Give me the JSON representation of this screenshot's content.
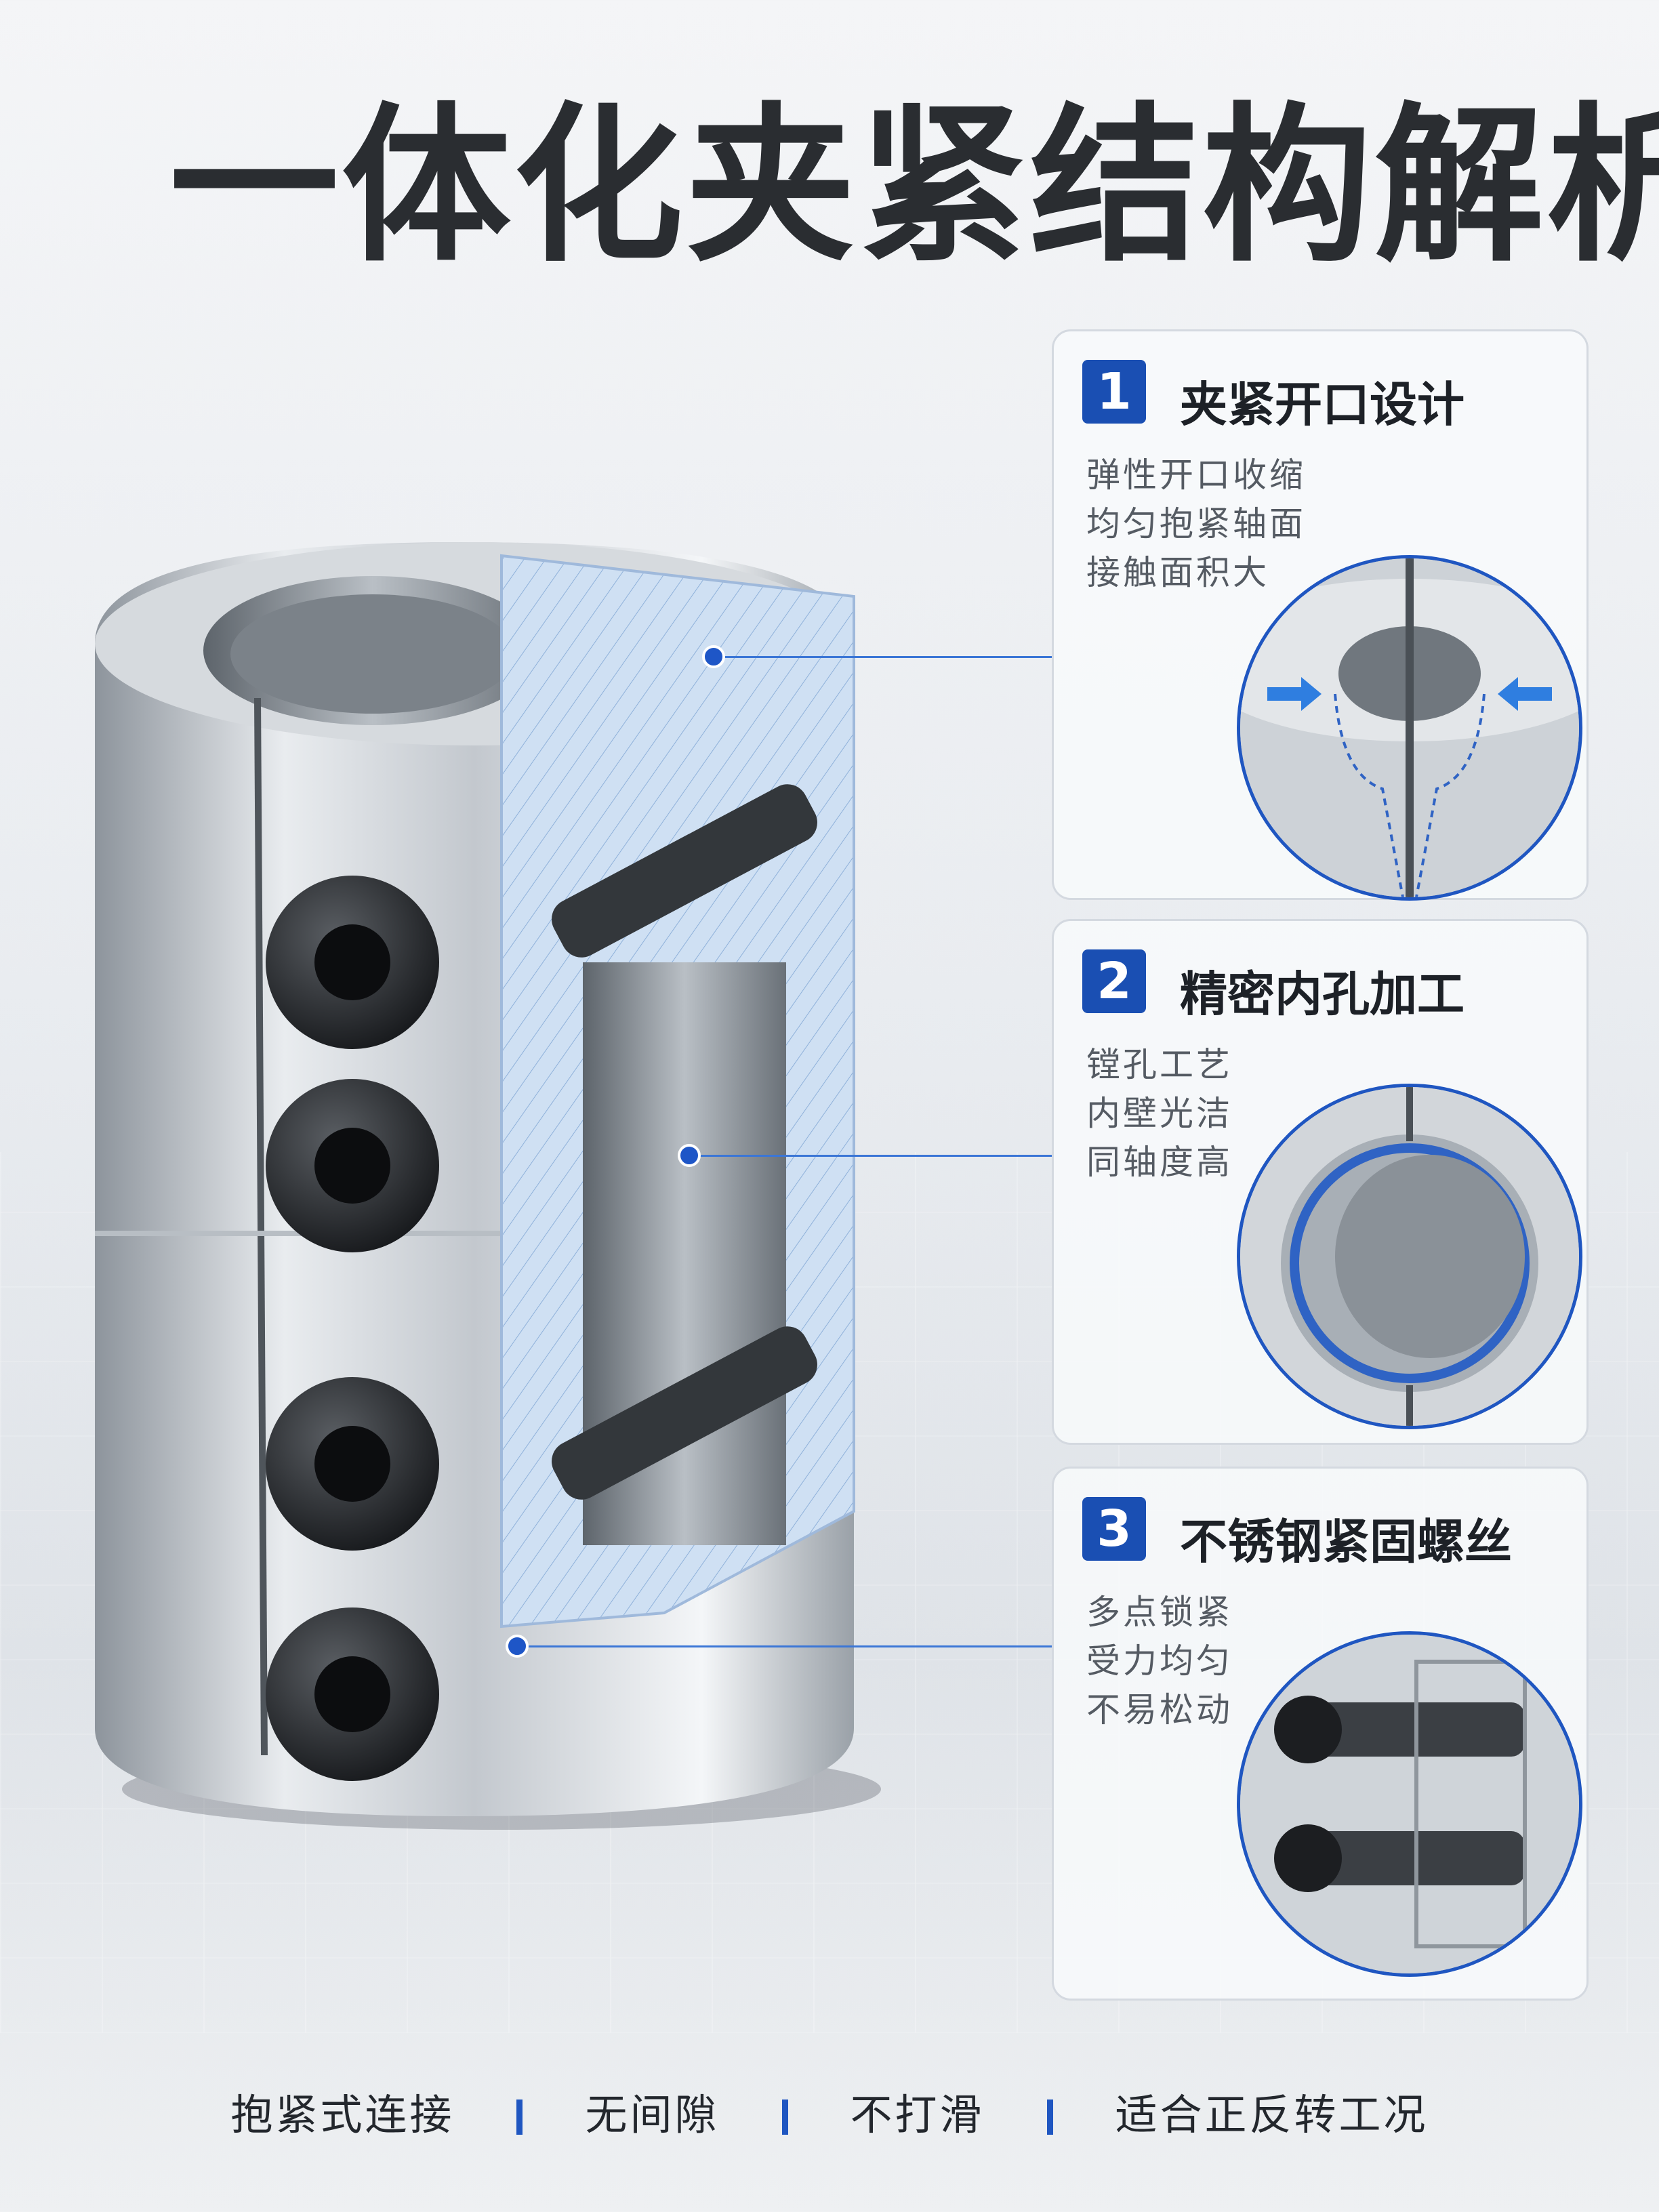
{
  "title": "一体化夹紧结构解析",
  "features": [
    {
      "number": "1",
      "heading": "夹紧开口设计",
      "lines": [
        "弹性开口收缩",
        "均匀抱紧轴面",
        "接触面积大"
      ]
    },
    {
      "number": "2",
      "heading": "精密内孔加工",
      "lines": [
        "镗孔工艺",
        "内壁光洁",
        "同轴度高"
      ]
    },
    {
      "number": "3",
      "heading": "不锈钢紧固螺丝",
      "lines": [
        "多点锁紧",
        "受力均匀",
        "不易松动"
      ]
    }
  ],
  "bottom_bar": [
    "抱紧式连接",
    "无间隙",
    "不打滑",
    "适合正反转工况"
  ],
  "colors": {
    "accent": "#1f56c1",
    "title": "#2a2d31",
    "text": "#555b63"
  },
  "icons": [
    "arrow-right-icon",
    "arrow-left-icon"
  ]
}
